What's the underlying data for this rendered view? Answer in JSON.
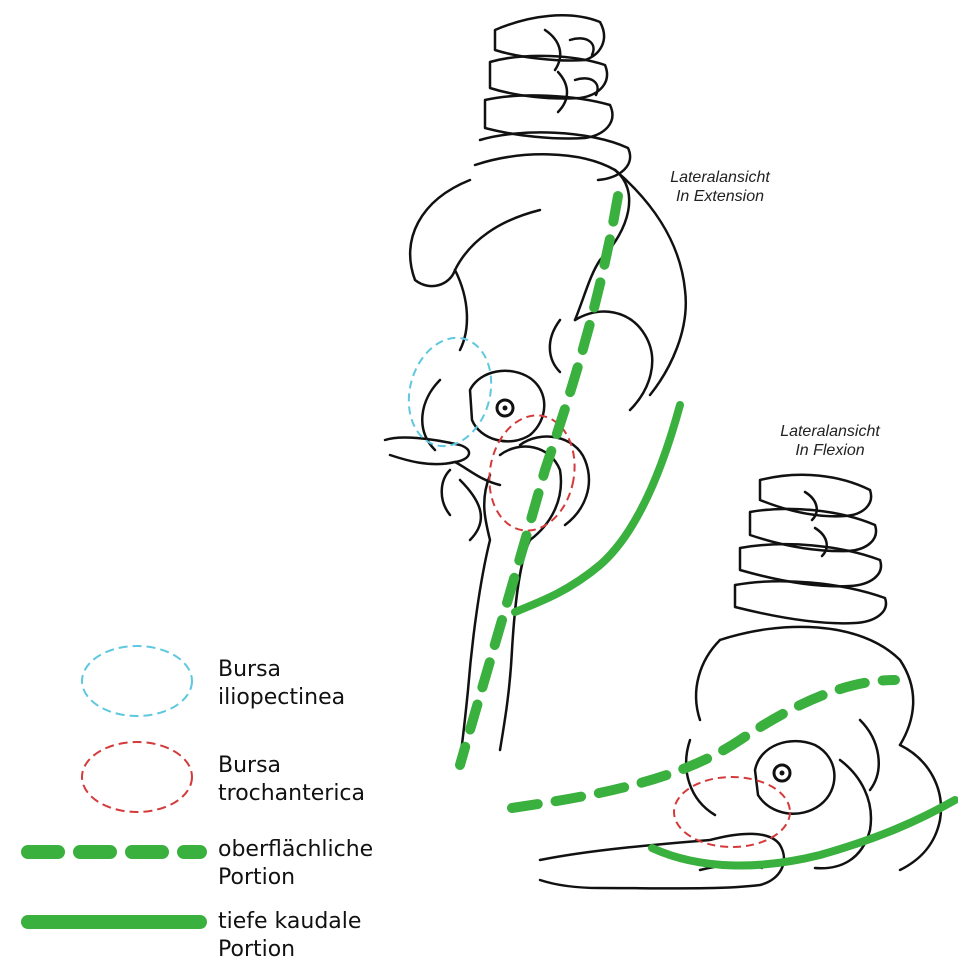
{
  "captions": {
    "extension": {
      "line1": "Lateralansicht",
      "line2": "In Extension"
    },
    "flexion": {
      "line1": "Lateralansicht",
      "line2": "In Flexion"
    }
  },
  "legend": {
    "iliopectinea": {
      "line1": "Bursa",
      "line2": "iliopectinea",
      "color": "#5ec8e0"
    },
    "trochanterica": {
      "line1": "Bursa",
      "line2": "trochanterica",
      "color": "#d43a3a"
    },
    "superficial": {
      "line1": "oberflächliche",
      "line2": "Portion",
      "color": "#3ab03e"
    },
    "deep": {
      "line1": "tiefe kaudale",
      "line2": "Portion",
      "color": "#3ab03e"
    }
  },
  "icons": [
    "bursa-iliopectinea-ellipse-icon",
    "bursa-trochanterica-ellipse-icon",
    "dashed-green-line-icon",
    "solid-green-line-icon"
  ]
}
